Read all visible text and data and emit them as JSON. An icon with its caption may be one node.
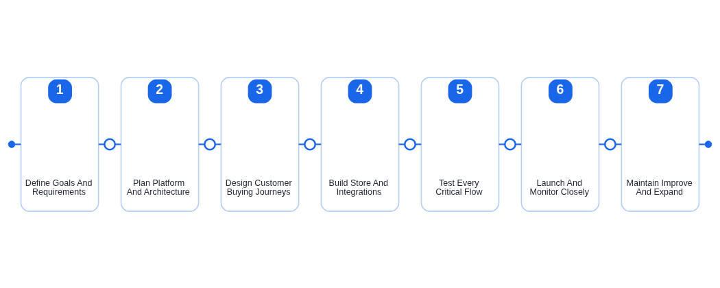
{
  "diagram": {
    "nodes": [
      {
        "text": [],
        "shape": "circle"
      },
      {
        "text": [
          "1",
          "Define Goals And Requirements"
        ]
      },
      {
        "text": [],
        "shape": "circle"
      },
      {
        "text": [
          "2",
          "Plan Platform And Architecture"
        ]
      },
      {
        "text": [],
        "shape": "circle"
      },
      {
        "text": [
          "3",
          "Design Customer Buying Journeys"
        ]
      },
      {
        "text": [],
        "shape": "circle"
      },
      {
        "text": [
          "4",
          "Build Store And Integrations"
        ]
      },
      {
        "text": [],
        "shape": "circle"
      },
      {
        "text": [
          "5",
          "Test Every Critical Flow"
        ]
      },
      {
        "text": [],
        "shape": "circle"
      },
      {
        "text": [
          "6",
          "Launch And Monitor Closely"
        ]
      },
      {
        "text": [],
        "shape": "circle"
      },
      {
        "text": [
          "7",
          "Maintain Improve And Expand"
        ]
      },
      {
        "text": [],
        "shape": "circle"
      }
    ],
    "edges": [
      {
        "from": 0,
        "to": 1,
        "arrow": "none"
      },
      {
        "from": 1,
        "to": 2,
        "arrow": "none"
      },
      {
        "from": 2,
        "to": 3,
        "arrow": "none"
      },
      {
        "from": 3,
        "to": 4,
        "arrow": "none"
      },
      {
        "from": 4,
        "to": 5,
        "arrow": "none"
      },
      {
        "from": 5,
        "to": 6,
        "arrow": "none"
      },
      {
        "from": 6,
        "to": 7,
        "arrow": "none"
      },
      {
        "from": 7,
        "to": 8,
        "arrow": "none"
      },
      {
        "from": 8,
        "to": 9,
        "arrow": "none"
      },
      {
        "from": 9,
        "to": 10,
        "arrow": "none"
      },
      {
        "from": 10,
        "to": 11,
        "arrow": "none"
      },
      {
        "from": 11,
        "to": 12,
        "arrow": "none"
      },
      {
        "from": 12,
        "to": 13,
        "arrow": "none"
      },
      {
        "from": 13,
        "to": 14,
        "arrow": "none"
      }
    ]
  }
}
